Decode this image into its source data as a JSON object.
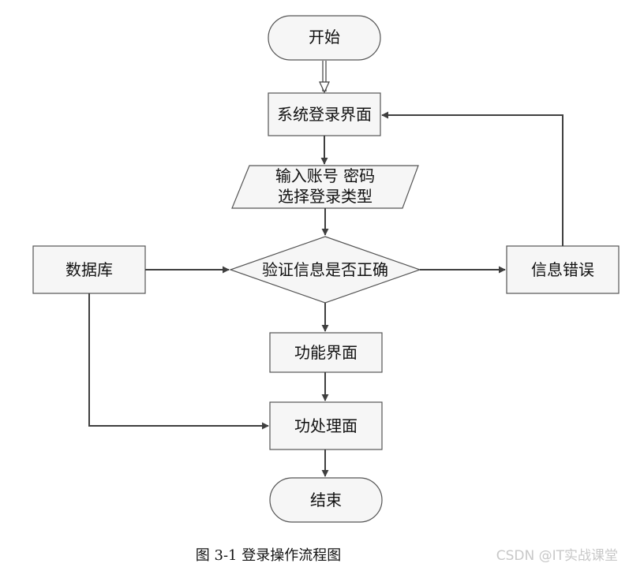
{
  "diagram": {
    "nodes": {
      "start": "开始",
      "login_screen": "系统登录界面",
      "input_line1": "输入账号 密码",
      "input_line2": "选择登录类型",
      "database": "数据库",
      "verify": "验证信息是否正确",
      "error": "信息错误",
      "function_screen": "功能界面",
      "process_screen": "功处理面",
      "end": "结束"
    }
  },
  "caption": "图 3-1 登录操作流程图",
  "watermark": "CSDN @IT实战课堂"
}
